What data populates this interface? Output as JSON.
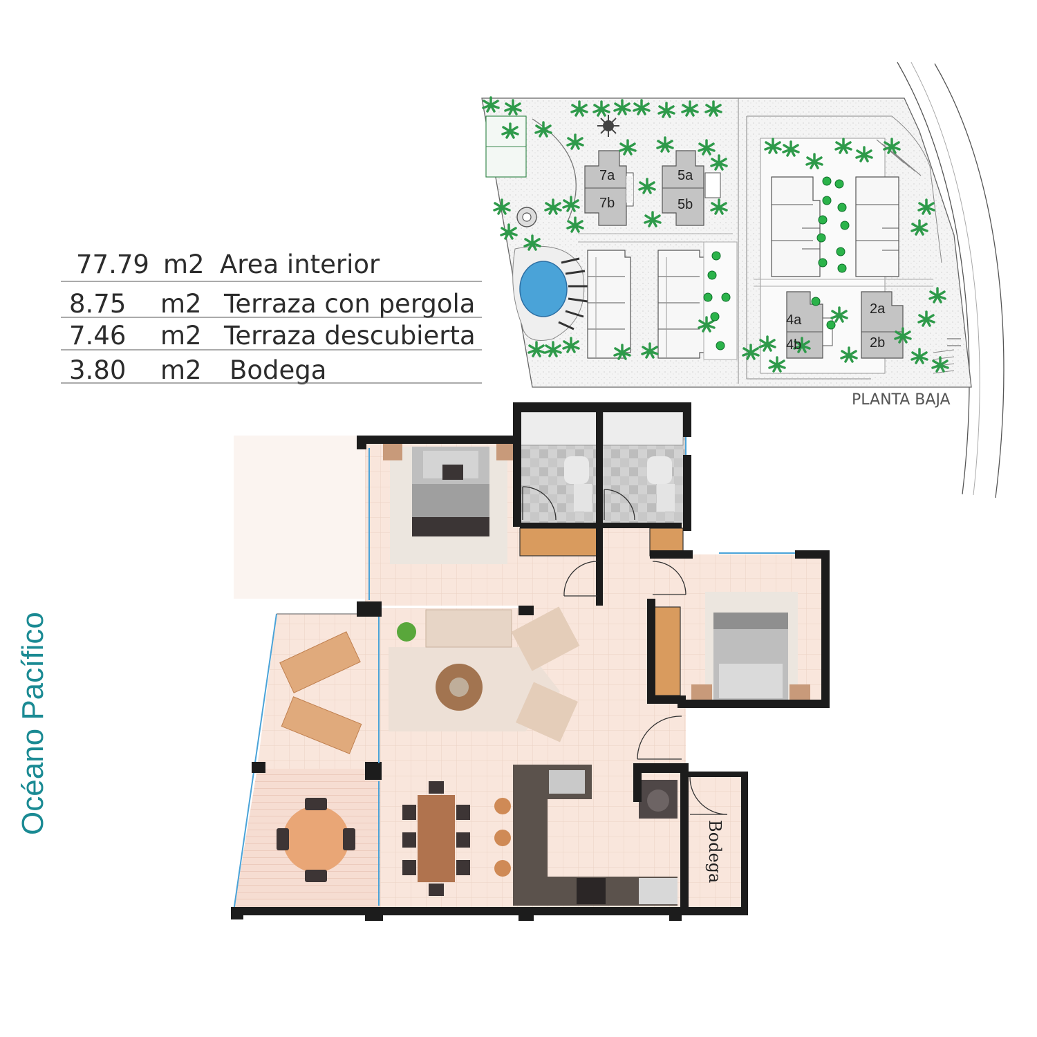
{
  "areas": [
    {
      "value": "77.79",
      "unit": "m2",
      "label": "Area interior"
    },
    {
      "value": "8.75",
      "unit": "m2",
      "label": "Terraza con pergola"
    },
    {
      "value": "7.46",
      "unit": "m2",
      "label": "Terraza descubierta"
    },
    {
      "value": "3.80",
      "unit": "m2",
      "label": "Bodega"
    }
  ],
  "site_plan": {
    "title": "PLANTA BAJA",
    "units": [
      "7a",
      "7b",
      "5a",
      "5b",
      "4a",
      "4b",
      "2a",
      "2b"
    ]
  },
  "floor_plan": {
    "ocean_label": "Océano Pacífico",
    "storage_label": "Bodega"
  },
  "colors": {
    "accent": "#1a8a93",
    "wall": "#1c1c1c",
    "floor": "#f7e4da",
    "wood": "#d99b5e",
    "pool": "#4aa3d8",
    "building": "#c4c4c4",
    "palm": "#2e9a4a"
  }
}
